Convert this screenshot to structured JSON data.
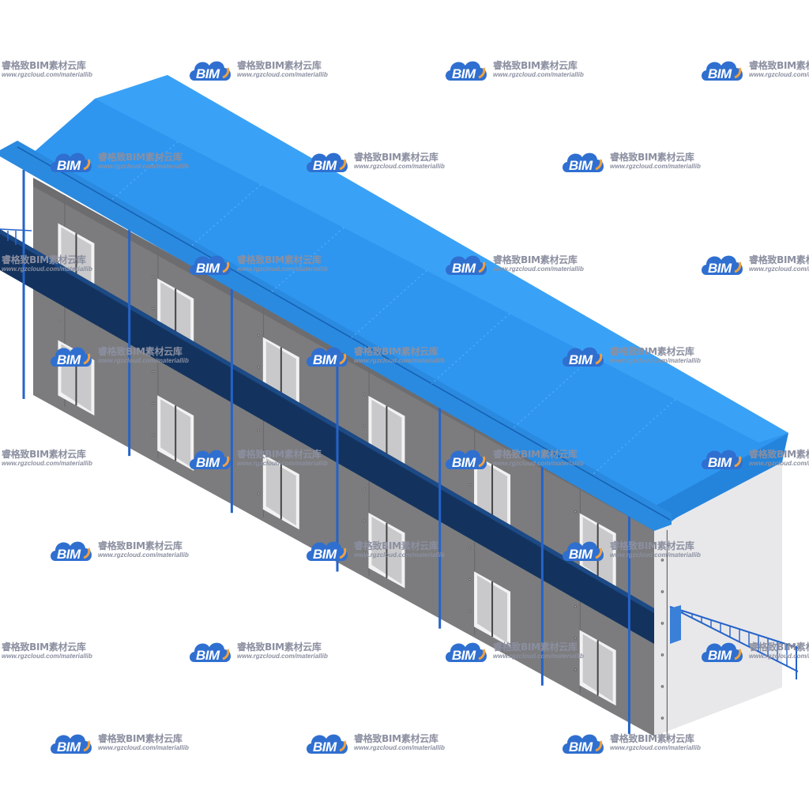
{
  "scene": {
    "subject": "two-story-prefab-building",
    "colors": {
      "roof": "#2f96f0",
      "roof_shade": "#2a8ae0",
      "wall": "#7c7c7e",
      "end_wall": "#e8e8ea",
      "walkway": "#13335e",
      "post": "#2563c8",
      "window_frame": "#f2f2f2",
      "window_glass": "#c9c9cb"
    }
  },
  "watermark": {
    "logo_text": "BIM",
    "brand_text": "睿格致BIM素材云库",
    "url_text": "www.rgzcloud.com/materiallib",
    "colors": {
      "cloud": "#2f6fd0",
      "accent": "#f0a040",
      "text": "#8b8fa0"
    }
  }
}
